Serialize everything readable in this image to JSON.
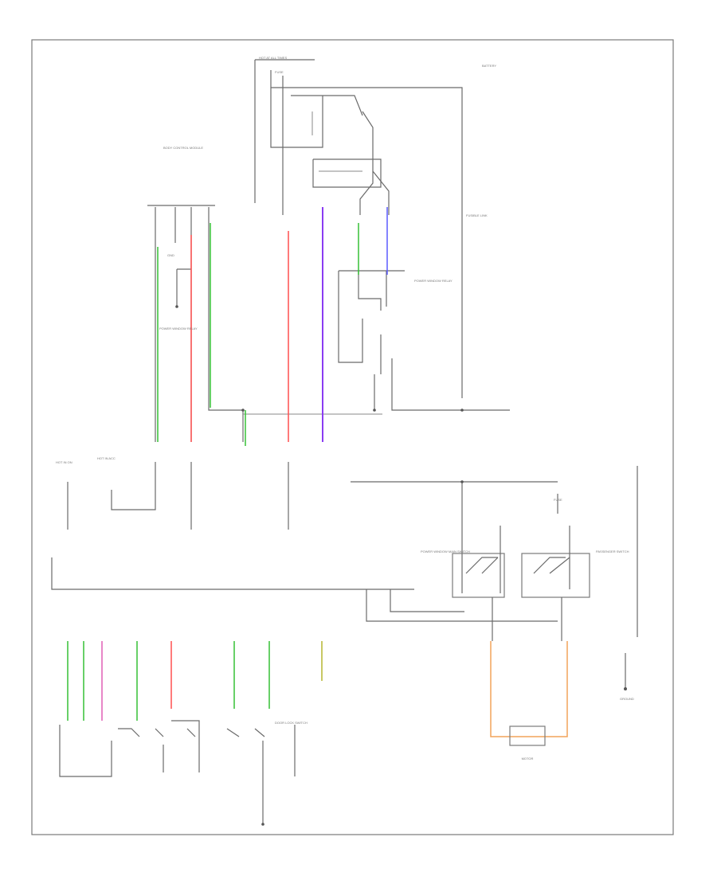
{
  "page": {
    "id": ""
  },
  "colors": {
    "green": "#35c135",
    "red": "#ff4f4f",
    "violet": "#8a3cf2",
    "blue": "#5a5aff",
    "orange": "#f2a45a",
    "pink": "#e05fb5",
    "line": "#6a6a6a"
  },
  "labels": {
    "hot_at_all_times": "HOT AT ALL TIMES",
    "fuse_top": "FUSE",
    "battery": "BATTERY",
    "fusible_link": "FUSIBLE LINK",
    "ecu_block_title": "BODY CONTROL MODULE",
    "ground_top": "GND",
    "relay_1": "POWER WINDOW RELAY",
    "power_window_relay": "POWER WINDOW RELAY",
    "hot_in_on": "HOT IN ON",
    "hot_in_acc": "HOT IN ACC",
    "fuse_small": "FUSE",
    "door_lock_switch": "DOOR LOCK SWITCH",
    "power_window_main_switch": "POWER WINDOW MAIN SWITCH",
    "passenger_switch": "PASSENGER SWITCH",
    "motor": "MOTOR",
    "ground": "GROUND"
  }
}
